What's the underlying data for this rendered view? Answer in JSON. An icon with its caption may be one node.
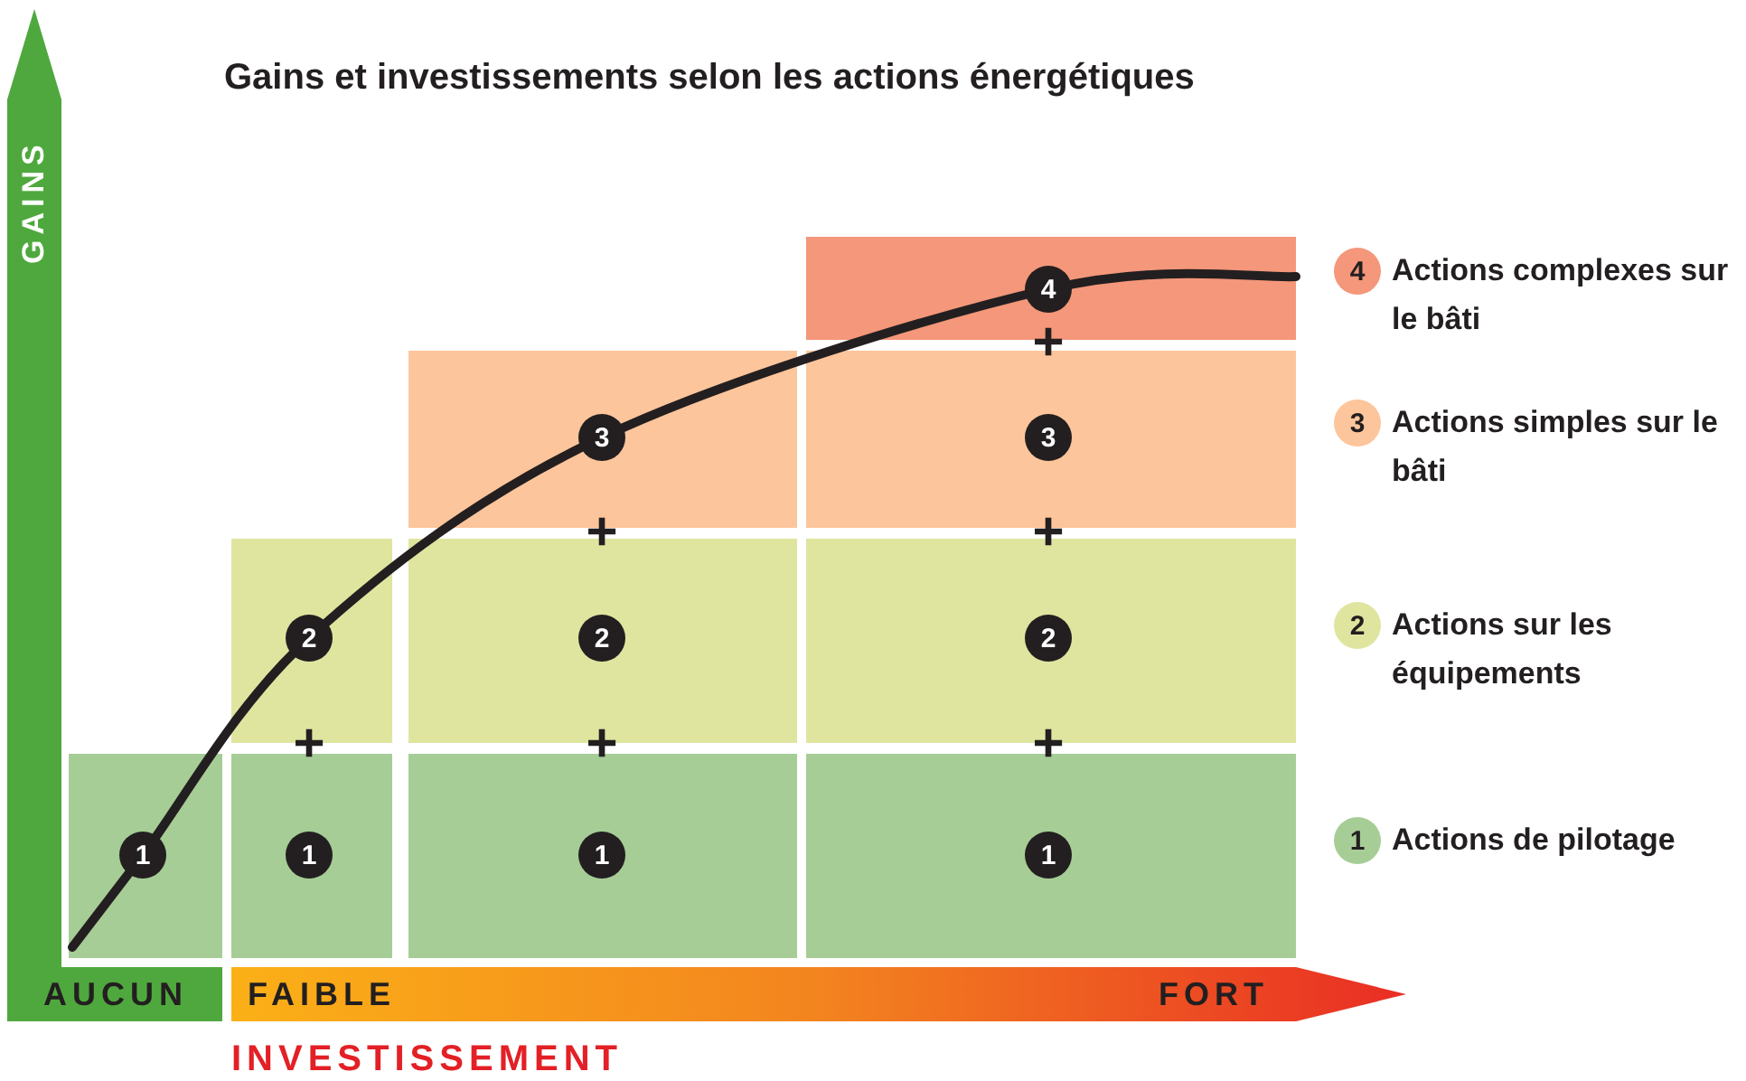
{
  "diagram": {
    "title": "Gains et investissements selon les actions énergétiques",
    "nodes": [
      {
        "text": [
          "4"
        ]
      },
      {
        "text": [
          "3"
        ]
      },
      {
        "text": [
          "3"
        ]
      },
      {
        "text": [
          "2"
        ]
      },
      {
        "text": [
          "2"
        ]
      },
      {
        "text": [
          "2"
        ]
      },
      {
        "text": [
          "1"
        ]
      },
      {
        "text": [
          "1"
        ]
      },
      {
        "text": [
          "1"
        ]
      },
      {
        "text": [
          "1"
        ]
      }
    ],
    "labels": [
      "GAINS",
      "4",
      "+",
      "3",
      "+",
      "+",
      "2",
      "+",
      "+",
      "+",
      "1",
      "AUCUN",
      "FAIBLE",
      "FORT",
      "INVESTISSEMENT"
    ],
    "legend": [
      {
        "text": "Actions complexes sur le bâti",
        "color": "#f4977a"
      },
      {
        "text": "Actions simples sur le bâti",
        "color": "#fdc59b"
      },
      {
        "text": "Actions sur les équipements",
        "color": "#dfe59f"
      },
      {
        "text": "Actions de pilotage",
        "color": "#a6cd96"
      }
    ]
  }
}
